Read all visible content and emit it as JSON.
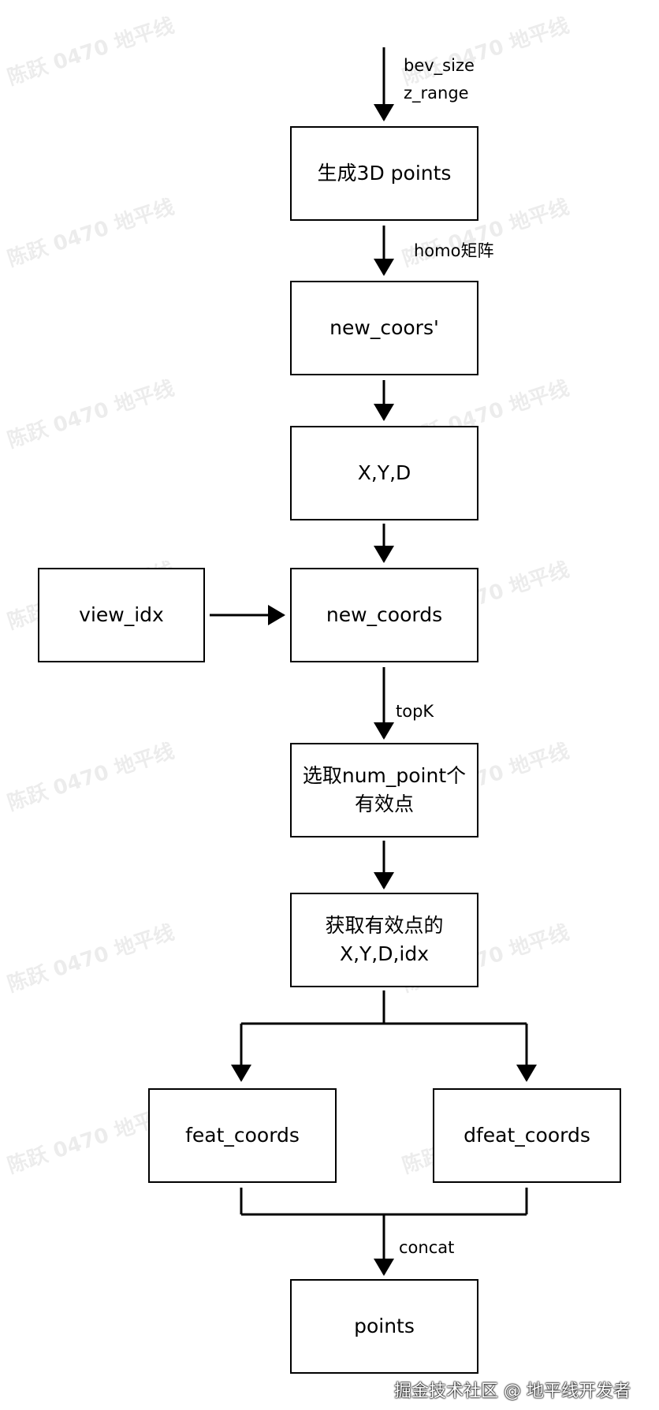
{
  "watermark": "陈跃 0470 地平线",
  "footer": "掘金技术社区 @ 地平线开发者",
  "labels": {
    "bev_size": "bev_size",
    "z_range": "z_range",
    "homo": "homo矩阵",
    "topk": "topK",
    "concat": "concat"
  },
  "nodes": {
    "gen_points": "生成3D points",
    "new_coors_prime": "new_coors'",
    "xyd": "X,Y,D",
    "view_idx": "view_idx",
    "new_coords": "new_coords",
    "select_line1": "选取num_point个",
    "select_line2": "有效点",
    "get_line1": "获取有效点的",
    "get_line2": "X,Y,D,idx",
    "feat_coords": "feat_coords",
    "dfeat_coords": "dfeat_coords",
    "points": "points"
  }
}
